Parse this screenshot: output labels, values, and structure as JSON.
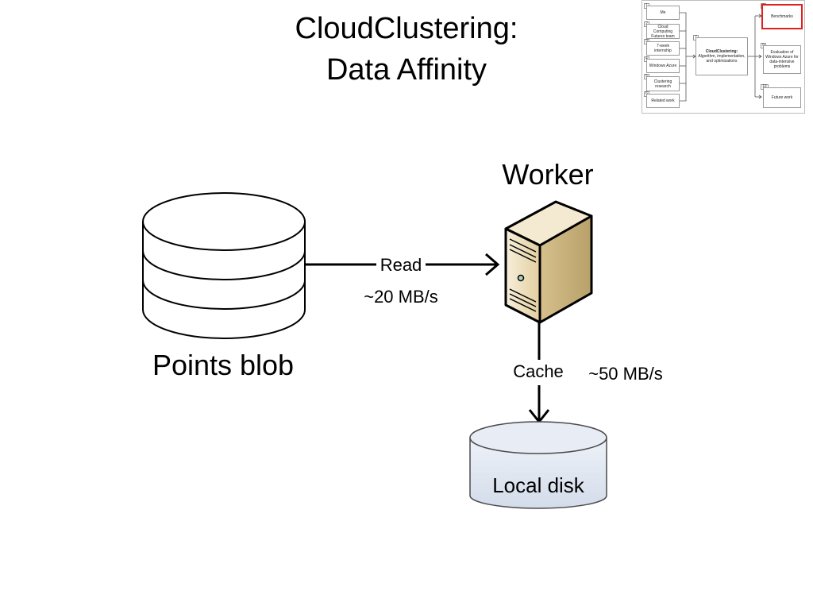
{
  "slide": {
    "title_line1": "CloudClustering:",
    "title_line2": "Data Affinity"
  },
  "diagram": {
    "points_blob_label": "Points blob",
    "worker_label": "Worker",
    "read_label": "Read",
    "read_rate": "~20 MB/s",
    "cache_label": "Cache",
    "cache_rate": "~50 MB/s",
    "local_disk_label": "Local disk"
  },
  "thumbnail": {
    "left_items": [
      {
        "num": "1",
        "label": "Me"
      },
      {
        "num": "2",
        "label": "Cloud Computing Futures team"
      },
      {
        "num": "3",
        "label": "7-week internship"
      },
      {
        "num": "4",
        "label": "Windows Azure"
      },
      {
        "num": "5",
        "label": "Clustering research"
      },
      {
        "num": "6",
        "label": "Related work"
      }
    ],
    "center_item": {
      "num": "7",
      "title": "CloudClustering:",
      "label": "Algorithm, implementation, and optimizations"
    },
    "right_items": [
      {
        "num": "8",
        "label": "Benchmarks",
        "highlighted": true
      },
      {
        "num": "9",
        "label": "Evaluation of Windows Azure for data-intensive problems"
      },
      {
        "num": "10",
        "label": "Future work"
      }
    ],
    "highlight_color": "#e02020"
  },
  "colors": {
    "server_body": "#ecdcb8",
    "server_dark": "#cdb98a",
    "disk_fill": "#dfe6f0",
    "line": "#000000"
  }
}
